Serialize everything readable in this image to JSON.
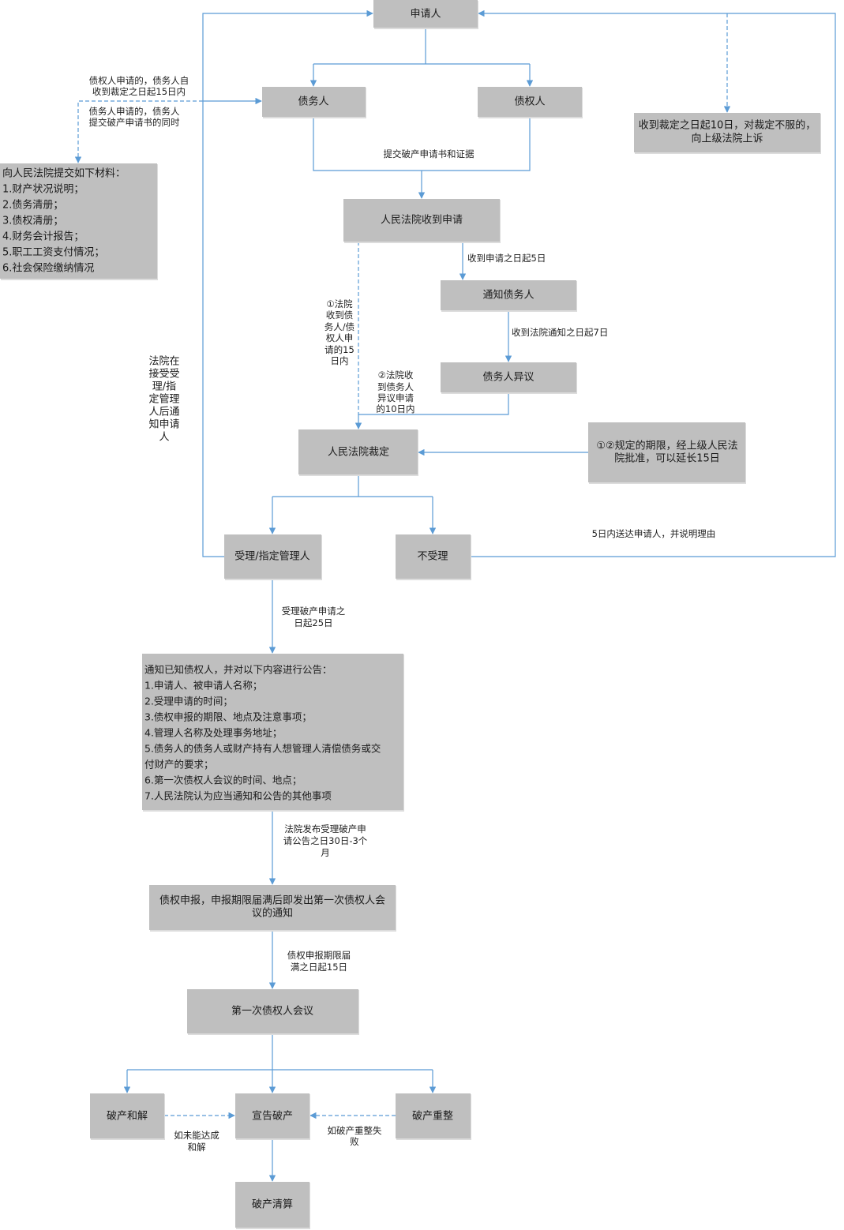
{
  "colors": {
    "box": "#bfbfbf",
    "edge": "#5b9bd5",
    "text": "#1a1a1a"
  },
  "nodes": {
    "applicant": "申请人",
    "debtor": "债务人",
    "creditor": "债权人",
    "appeal": [
      "收到裁定之日起10日，对裁定不服的，",
      "向上级法院上诉"
    ],
    "materials": {
      "title": "向人民法院提交如下材料：",
      "items": [
        "1.财产状况说明；",
        "2.债务清册；",
        "3.债权清册；",
        "4.财务会计报告；",
        "5.职工工资支付情况；",
        "6.社会保险缴纳情况"
      ]
    },
    "court_receive": "人民法院收到申请",
    "notify_debtor": "通知债务人",
    "debtor_objection": "债务人异议",
    "court_ruling": "人民法院裁定",
    "extension": [
      "①②规定的期限，经上级人民法",
      "院批准，可以延长15日"
    ],
    "accept": "受理/指定管理人",
    "reject": "不受理",
    "announcement": [
      "通知已知债权人，并对以下内容进行公告：",
      "1.申请人、被申请人名称；",
      "2.受理申请的时间；",
      "3.债权申报的期限、地点及注意事项；",
      "4.管理人名称及处理事务地址；",
      "5.债务人的债务人或财产持有人想管理人清偿债务或交",
      "付财产的要求；",
      "6.第一次债权人会议的时间、地点；",
      "7.人民法院认为应当通知和公告的其他事项"
    ],
    "claims": [
      "债权申报，申报期限届满后即发出第一次债权人会",
      "议的通知"
    ],
    "first_meeting": "第一次债权人会议",
    "settlement": "破产和解",
    "declare": "宣告破产",
    "reorganization": "破产重整",
    "liquidation": "破产清算"
  },
  "labels": {
    "creditor_app": [
      "债权人申请的，债务人自",
      "收到裁定之日起15日内"
    ],
    "debtor_app": [
      "债务人申请的，债务人",
      "提交破产申请书的同时"
    ],
    "submit": "提交破产申请书和证据",
    "within5": "收到申请之日起5日",
    "within7": "收到法院通知之日起7日",
    "within15": [
      "①法院",
      "收到债",
      "务人/债",
      "权人申",
      "请的15",
      "日内"
    ],
    "within10": [
      "②法院收",
      "到债务人",
      "异议申请",
      "的10日内"
    ],
    "notify_applicant": [
      "法院在",
      "接受受",
      "理/指",
      "定管理",
      "人后通",
      "知申请",
      "人"
    ],
    "deliver": "5日内送达申请人，并说明理由",
    "within25": [
      "受理破产申请之",
      "日起25日"
    ],
    "publish": [
      "法院发布受理破产申",
      "请公告之日30日-3个",
      "月"
    ],
    "claims_end": [
      "债权申报期限届",
      "满之日起15日"
    ],
    "no_settlement": [
      "如未能达成",
      "和解"
    ],
    "reorg_fail": [
      "如破产重整失",
      "败"
    ]
  }
}
